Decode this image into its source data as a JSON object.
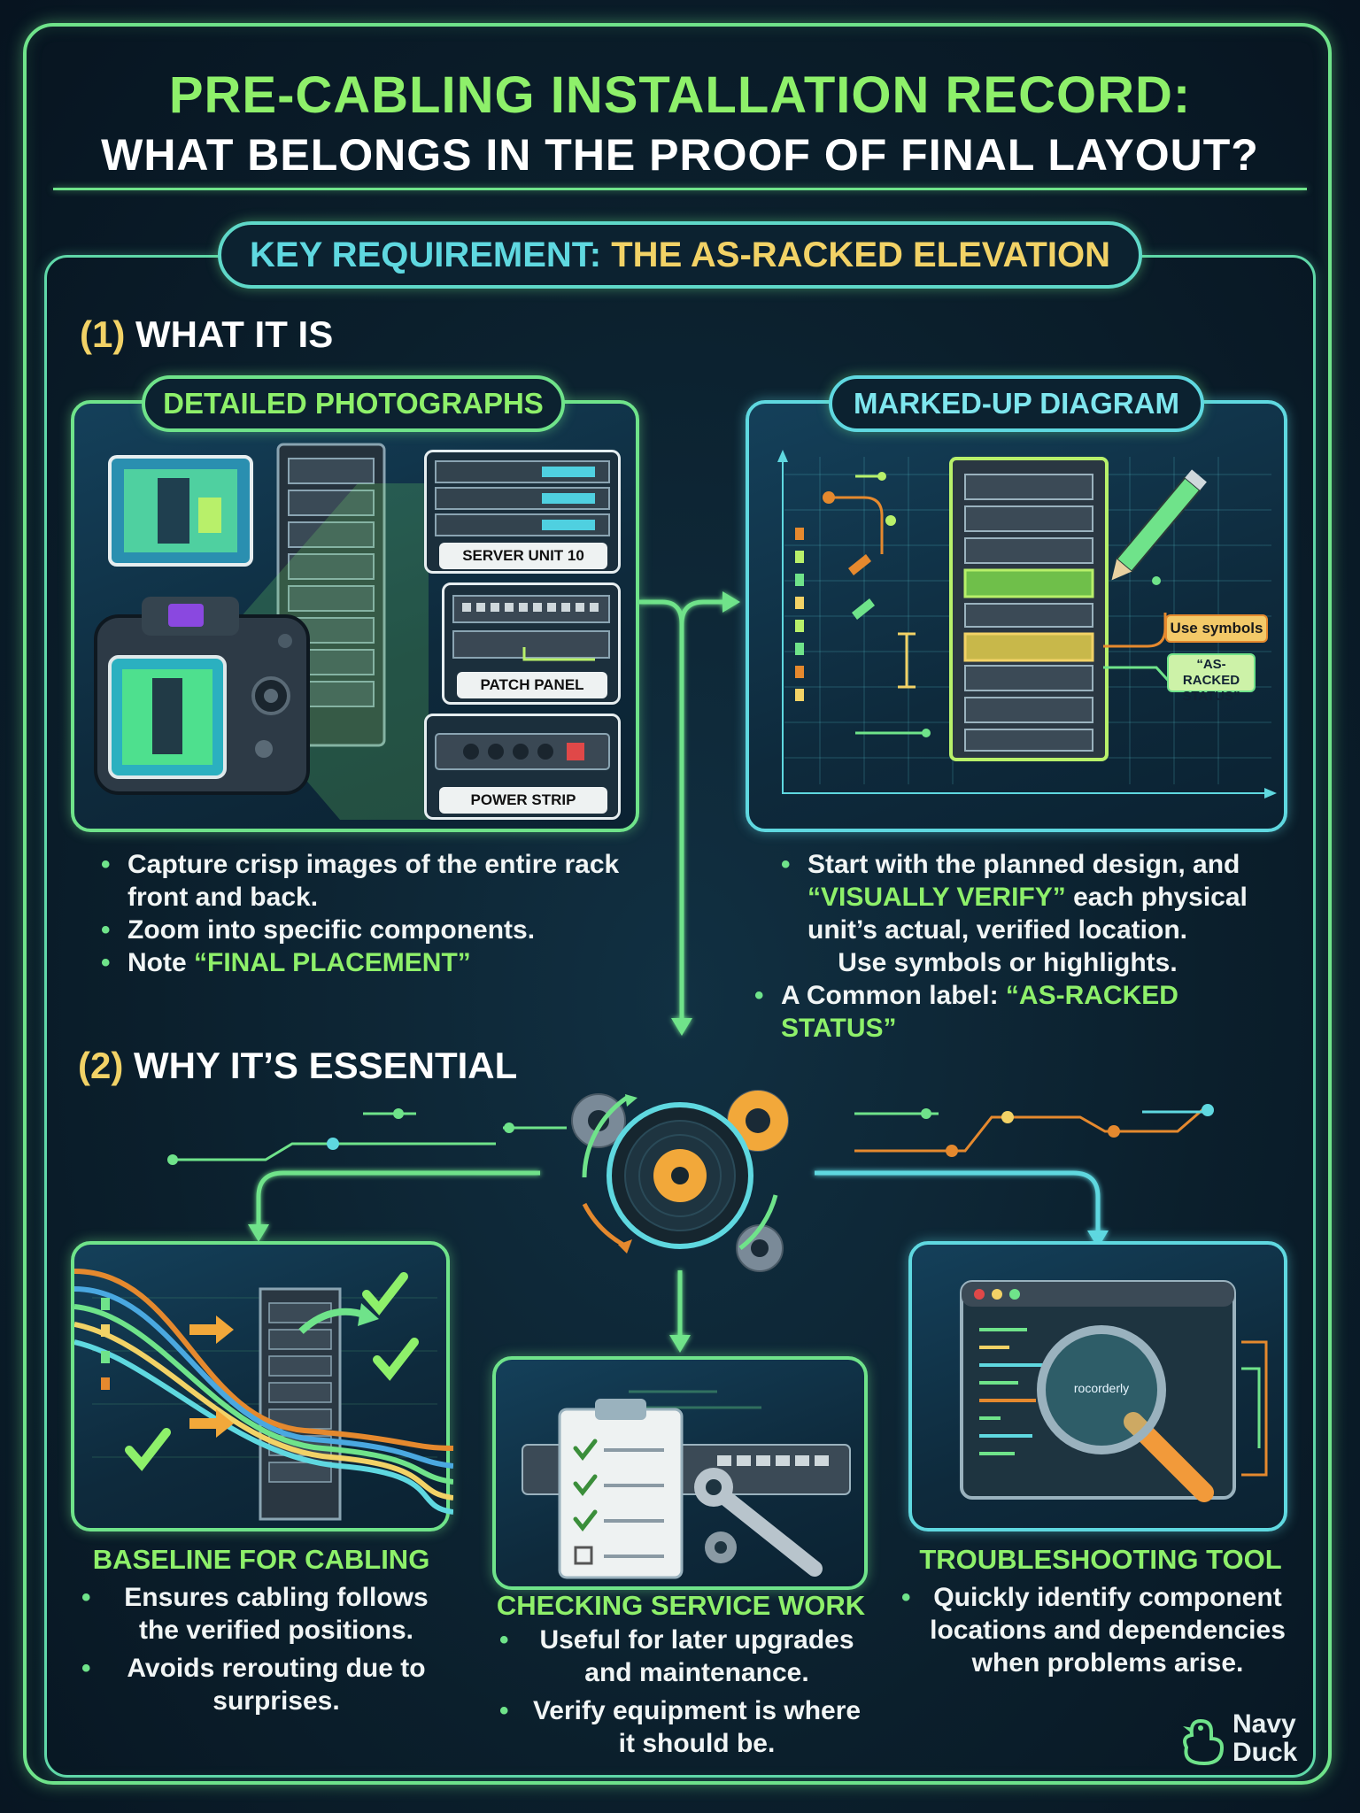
{
  "header": {
    "title_line1": "PRE-CABLING INSTALLATION RECORD:",
    "title_line2": "WHAT BELONGS IN THE PROOF OF FINAL LAYOUT?"
  },
  "key_requirement": {
    "label": "KEY REQUIREMENT:",
    "value": "THE AS-RACKED ELEVATION"
  },
  "section1": {
    "number": "(1)",
    "title": "WHAT IT IS",
    "photos": {
      "title": "DETAILED PHOTOGRAPHS",
      "labels": [
        "SERVER UNIT 10",
        "PATCH PANEL",
        "POWER STRIP"
      ],
      "bullets": [
        "Capture crisp images of the entire rack front and back.",
        "Zoom into specific components."
      ],
      "bullet3_prefix": "Note ",
      "bullet3_highlight": "“FINAL PLACEMENT”"
    },
    "diagram": {
      "title": "MARKED-UP DIAGRAM",
      "note_symbols": "Use symbols",
      "note_status": "“AS-RACKED STATUS”",
      "bullet1_prefix": "Start with the planned design, and",
      "bullet1_highlight": "“VISUALLY VERIFY”",
      "bullet1_rest": " each physical unit’s actual, verified location.",
      "bullet1_tail": "Use symbols or highlights.",
      "bullet2_prefix": "A Common label: ",
      "bullet2_highlight": "“AS-RACKED STATUS”"
    }
  },
  "section2": {
    "number": "(2)",
    "title": "WHY IT’S ESSENTIAL",
    "baseline": {
      "title": "BASELINE FOR CABLING",
      "bullets": [
        "Ensures cabling follows the verified positions.",
        "Avoids rerouting due to surprises."
      ]
    },
    "service": {
      "title": "CHECKING SERVICE WORK",
      "bullets": [
        "Useful for later upgrades and maintenance.",
        "Verify equipment is where it should be."
      ]
    },
    "troubleshooting": {
      "title": "TROUBLESHOOTING TOOL",
      "bullets": [
        "Quickly identify component locations and dependencies when problems arise."
      ],
      "magnifier_text": "rocorderly"
    }
  },
  "logo": {
    "line1": "Navy",
    "line2": "Duck",
    "icon": "duck-icon"
  },
  "colors": {
    "green": "#6fe38a",
    "lime": "#8ef06a",
    "cyan": "#5fd8e0",
    "yellow": "#f2d266",
    "orange": "#e5892e",
    "background": "#0a1a26"
  }
}
